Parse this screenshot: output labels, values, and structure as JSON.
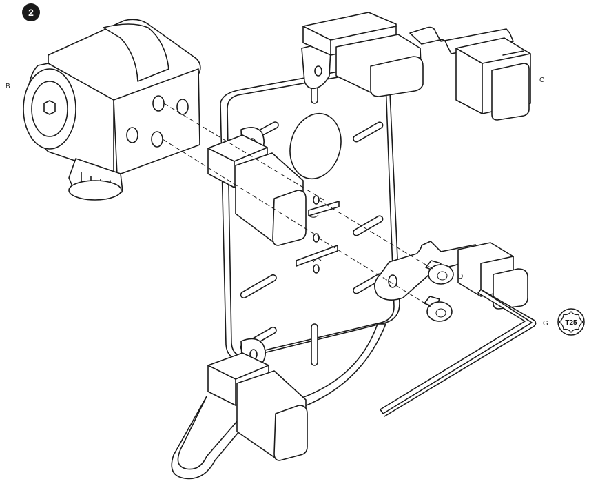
{
  "step": {
    "number": "2"
  },
  "labels": {
    "b": "B",
    "c": "C",
    "d": "D",
    "g": "G"
  },
  "torx": {
    "size": "T25",
    "icon": "torx-drive-icon"
  },
  "colors": {
    "ink": "#1a1a1a",
    "badge": "#1a1a1a",
    "paper": "#ffffff"
  }
}
